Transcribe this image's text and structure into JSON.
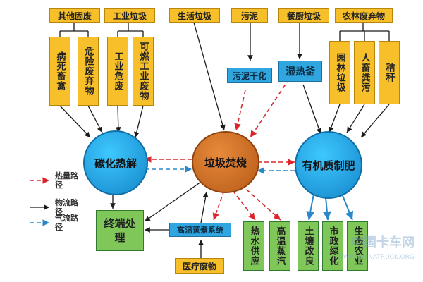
{
  "top_labels": {
    "other": "其他固废",
    "industrial": "工业垃圾",
    "domestic": "生活垃圾",
    "sludge": "污泥",
    "kitchen": "餐厨垃圾",
    "agri": "农林废弃物"
  },
  "sub_labels": {
    "dead_livestock": "病死畜禽",
    "hazardous": "危险废弃物",
    "industrial_hazard": "工业危废",
    "combustible": "可燃工业废物",
    "garden": "园林垃圾",
    "manure": "人畜粪污",
    "straw": "秸秆"
  },
  "process_labels": {
    "sludge_dry": "污泥干化",
    "wet_heat": "湿热釜",
    "steam_system": "高温蒸煮系统",
    "medical": "医疗废物"
  },
  "circles": {
    "carbonize": "碳化热解",
    "incinerate": "垃圾焚烧",
    "fertilizer": "有机质制肥"
  },
  "outputs": {
    "final": "终端处理",
    "hot_water": "热水供应",
    "steam": "高温蒸汽",
    "soil": "土壤改良",
    "greening": "市政绿化",
    "agri_prod": "生态农业"
  },
  "legend": {
    "heat": "热量路径",
    "material": "物流路径",
    "gas": "气流路径"
  },
  "watermark": {
    "main": "中国卡车网",
    "sub": "WWW.CHINATRUCK.ORG"
  },
  "colors": {
    "heat": "#d9262c",
    "material": "#1a1a1a",
    "gas": "#2a88c9"
  }
}
